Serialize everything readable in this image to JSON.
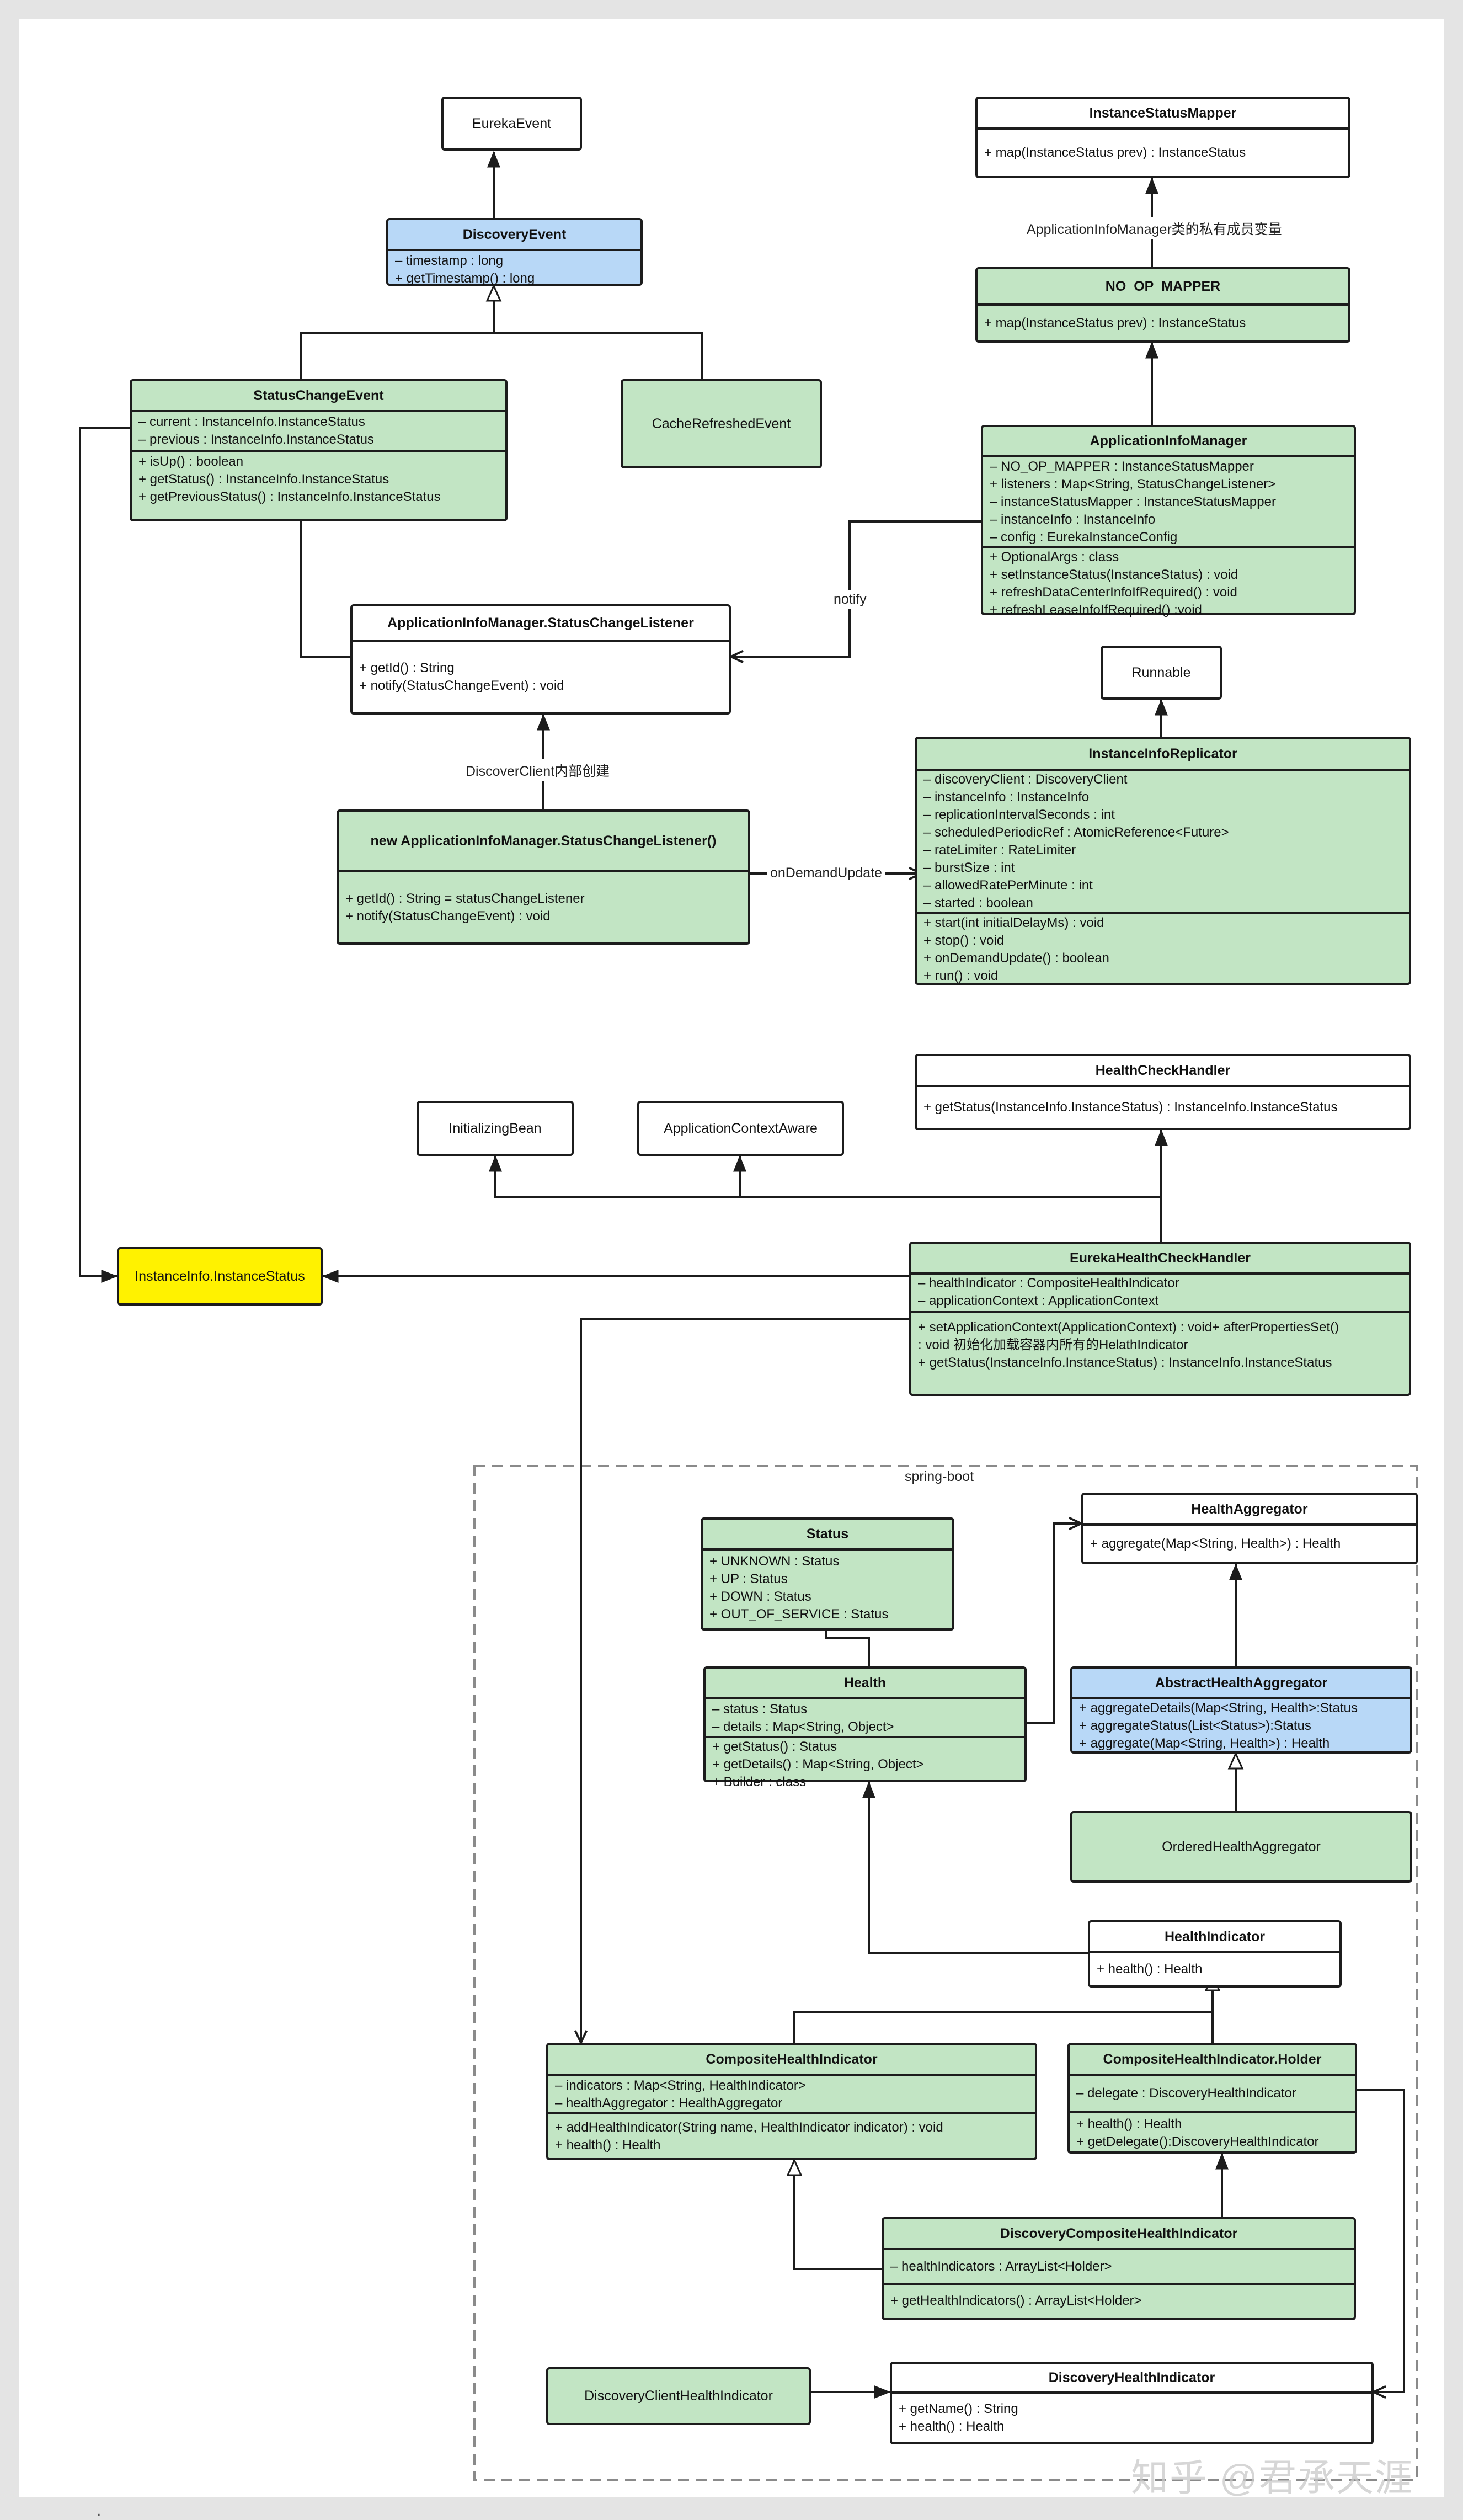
{
  "frame": {
    "background": "#ffffff",
    "outer_background": "#e4e4e4"
  },
  "colors": {
    "green": "#c2e5c4",
    "blue": "#b8d8f7",
    "yellow": "#fff200",
    "stroke": "#1c1c1c"
  },
  "nodes": {
    "eurekaEvent": {
      "label": "EurekaEvent"
    },
    "discoveryEvent": {
      "title": "DiscoveryEvent",
      "attrs": [
        "– timestamp : long",
        "+ getTimestamp() : long"
      ]
    },
    "statusChangeEvent": {
      "title": "StatusChangeEvent",
      "attrs": [
        "– current : InstanceInfo.InstanceStatus",
        "– previous : InstanceInfo.InstanceStatus"
      ],
      "methods": [
        "+ isUp() : boolean",
        "+ getStatus() : InstanceInfo.InstanceStatus",
        "+ getPreviousStatus() : InstanceInfo.InstanceStatus"
      ]
    },
    "cacheRefreshedEvent": {
      "label": "CacheRefreshedEvent"
    },
    "instanceStatusMapper": {
      "title": "InstanceStatusMapper",
      "methods": [
        "+ map(InstanceStatus prev) : InstanceStatus"
      ]
    },
    "noOpMapper": {
      "title": "NO_OP_MAPPER",
      "methods": [
        "+ map(InstanceStatus prev) : InstanceStatus"
      ]
    },
    "applicationInfoManager": {
      "title": "ApplicationInfoManager",
      "attrs": [
        "– NO_OP_MAPPER : InstanceStatusMapper",
        "+ listeners : Map<String, StatusChangeListener>",
        "– instanceStatusMapper : InstanceStatusMapper",
        "– instanceInfo : InstanceInfo",
        "– config : EurekaInstanceConfig"
      ],
      "methods": [
        "+ OptionalArgs : class",
        "+ setInstanceStatus(InstanceStatus) : void",
        "+ refreshDataCenterInfoIfRequired() : void",
        "+ refreshLeaseInfoIfRequired() :void"
      ]
    },
    "statusChangeListener": {
      "title": "ApplicationInfoManager.StatusChangeListener",
      "methods": [
        "+ getId() : String",
        "+ notify(StatusChangeEvent) : void"
      ]
    },
    "newStatusChangeListener": {
      "title": "new ApplicationInfoManager.StatusChangeListener()",
      "methods": [
        "+ getId() : String = statusChangeListener",
        "+ notify(StatusChangeEvent) : void"
      ]
    },
    "runnable": {
      "label": "Runnable"
    },
    "instanceInfoReplicator": {
      "title": "InstanceInfoReplicator",
      "attrs": [
        "– discoveryClient : DiscoveryClient",
        "– instanceInfo : InstanceInfo",
        "– replicationIntervalSeconds : int",
        "– scheduledPeriodicRef : AtomicReference<Future>",
        "– rateLimiter : RateLimiter",
        "– burstSize : int",
        "– allowedRatePerMinute : int",
        "– started : boolean"
      ],
      "methods": [
        "+ start(int initialDelayMs) : void",
        "+ stop() : void",
        "+ onDemandUpdate() : boolean",
        "+ run() : void"
      ]
    },
    "healthCheckHandler": {
      "title": "HealthCheckHandler",
      "methods": [
        "+ getStatus(InstanceInfo.InstanceStatus) : InstanceInfo.InstanceStatus"
      ]
    },
    "initializingBean": {
      "label": "InitializingBean"
    },
    "applicationContextAware": {
      "label": "ApplicationContextAware"
    },
    "instanceStatus": {
      "label": "InstanceInfo.InstanceStatus"
    },
    "eurekaHealthCheckHandler": {
      "title": "EurekaHealthCheckHandler",
      "attrs": [
        "– healthIndicator : CompositeHealthIndicator",
        "– applicationContext : ApplicationContext"
      ],
      "methods": [
        "+ setApplicationContext(ApplicationContext) : void+ afterPropertiesSet()",
        ": void 初始化加载容器内所有的HelathIndicator",
        "+ getStatus(InstanceInfo.InstanceStatus) : InstanceInfo.InstanceStatus"
      ]
    },
    "status": {
      "title": "Status",
      "attrs": [
        "+ UNKNOWN : Status",
        "+ UP : Status",
        "+ DOWN : Status",
        "+ OUT_OF_SERVICE : Status"
      ]
    },
    "healthAggregator": {
      "title": "HealthAggregator",
      "methods": [
        "+ aggregate(Map<String, Health>) : Health"
      ]
    },
    "health": {
      "title": "Health",
      "attrs": [
        "– status : Status",
        "– details : Map<String, Object>"
      ],
      "methods": [
        "+ getStatus() : Status",
        "+ getDetails() : Map<String, Object>",
        "+ Builder : class"
      ]
    },
    "abstractHealthAggregator": {
      "title": "AbstractHealthAggregator",
      "methods": [
        "+ aggregateDetails(Map<String, Health>:Status",
        "+ aggregateStatus(List<Status>):Status",
        "+ aggregate(Map<String, Health>) : Health"
      ]
    },
    "orderedHealthAggregator": {
      "label": "OrderedHealthAggregator"
    },
    "healthIndicator": {
      "title": "HealthIndicator",
      "methods": [
        "+ health() : Health"
      ]
    },
    "compositeHealthIndicator": {
      "title": "CompositeHealthIndicator",
      "attrs": [
        "– indicators : Map<String, HealthIndicator>",
        "– healthAggregator : HealthAggregator"
      ],
      "methods": [
        "+ addHealthIndicator(String name, HealthIndicator indicator) : void",
        "+ health() : Health"
      ]
    },
    "compositeHealthIndicatorHolder": {
      "title": "CompositeHealthIndicator.Holder",
      "attrs": [
        "– delegate : DiscoveryHealthIndicator"
      ],
      "methods": [
        "+ health() : Health",
        "+ getDelegate():DiscoveryHealthIndicator"
      ]
    },
    "discoveryCompositeHealthIndicator": {
      "title": "DiscoveryCompositeHealthIndicator",
      "attrs": [
        "– healthIndicators : ArrayList<Holder>"
      ],
      "methods": [
        "+ getHealthIndicators() : ArrayList<Holder>"
      ]
    },
    "discoveryClientHealthIndicator": {
      "label": "DiscoveryClientHealthIndicator"
    },
    "discoveryHealthIndicator": {
      "title": "DiscoveryHealthIndicator",
      "methods": [
        "+ getName() : String",
        "+ health() : Health"
      ]
    }
  },
  "edge_labels": {
    "private_member": "ApplicationInfoManager类的私有成员变量",
    "notify": "notify",
    "internal_create": "DiscoverClient内部创建",
    "on_demand_update": "onDemandUpdate"
  },
  "group": {
    "label": "spring-boot"
  },
  "watermark": "知乎 @君承天涯",
  "footer_mark": "."
}
